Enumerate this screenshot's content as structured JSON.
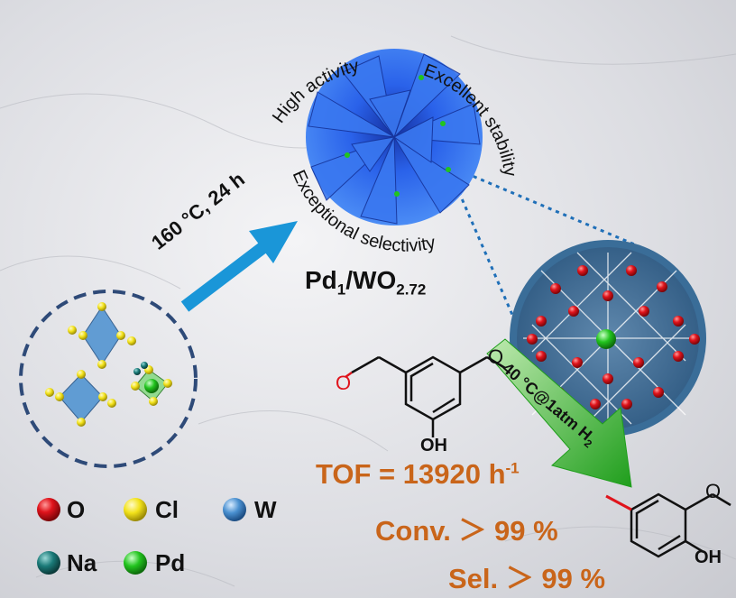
{
  "arc_labels": {
    "high_activity": "High activity",
    "excellent_stability": "Excellent stability",
    "exceptional_selectivity": "Exceptional selectivity"
  },
  "synthesis_condition": "160 °C, 24 h",
  "catalyst": {
    "base": "Pd",
    "sub1": "1",
    "mid": "/WO",
    "sub2": "2.72"
  },
  "reaction_condition": {
    "main": "40 °C@1atm H",
    "sub": "2"
  },
  "oh_label": "OH",
  "oh_label_product": "OH",
  "tof": {
    "main": "TOF = 13920 h",
    "sup": "-1"
  },
  "conv": "Conv. ＞ 99 %",
  "sel": "Sel. ＞ 99 %",
  "legend": [
    {
      "label": "O",
      "color": "#e0141c"
    },
    {
      "label": "Cl",
      "color": "#f2e21a"
    },
    {
      "label": "W",
      "color": "#4a90d0"
    },
    {
      "label": "Na",
      "color": "#1a7a78"
    },
    {
      "label": "Pd",
      "color": "#22c41e"
    }
  ],
  "colors": {
    "arrow_blue": "#1a96d8",
    "arrow_green": "#2db52a",
    "flower_blue": "#1f5fe8",
    "orange_text": "#c9651a",
    "dashed_ring": "#2e4a78",
    "dotted_link": "#1f6fb8"
  }
}
